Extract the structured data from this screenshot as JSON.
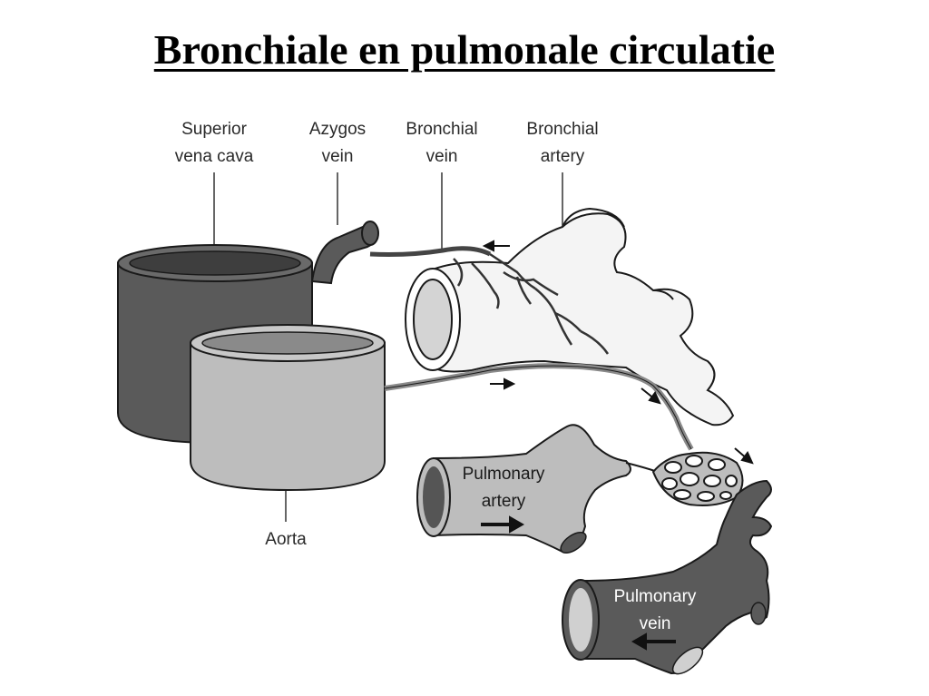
{
  "title": "Bronchiale en pulmonale circulatie",
  "labels": {
    "svc_line1": "Superior",
    "svc_line2": "vena cava",
    "azygos_line1": "Azygos",
    "azygos_line2": "vein",
    "bv_line1": "Bronchial",
    "bv_line2": "vein",
    "ba_line1": "Bronchial",
    "ba_line2": "artery",
    "aorta": "Aorta",
    "pa_line1": "Pulmonary",
    "pa_line2": "artery",
    "pv_line1": "Pulmonary",
    "pv_line2": "vein"
  },
  "colors": {
    "dark_vessel": "#5a5a5a",
    "light_vessel": "#bdbdbd",
    "outline": "#1a1a1a",
    "bronchus": "#f4f4f4"
  }
}
